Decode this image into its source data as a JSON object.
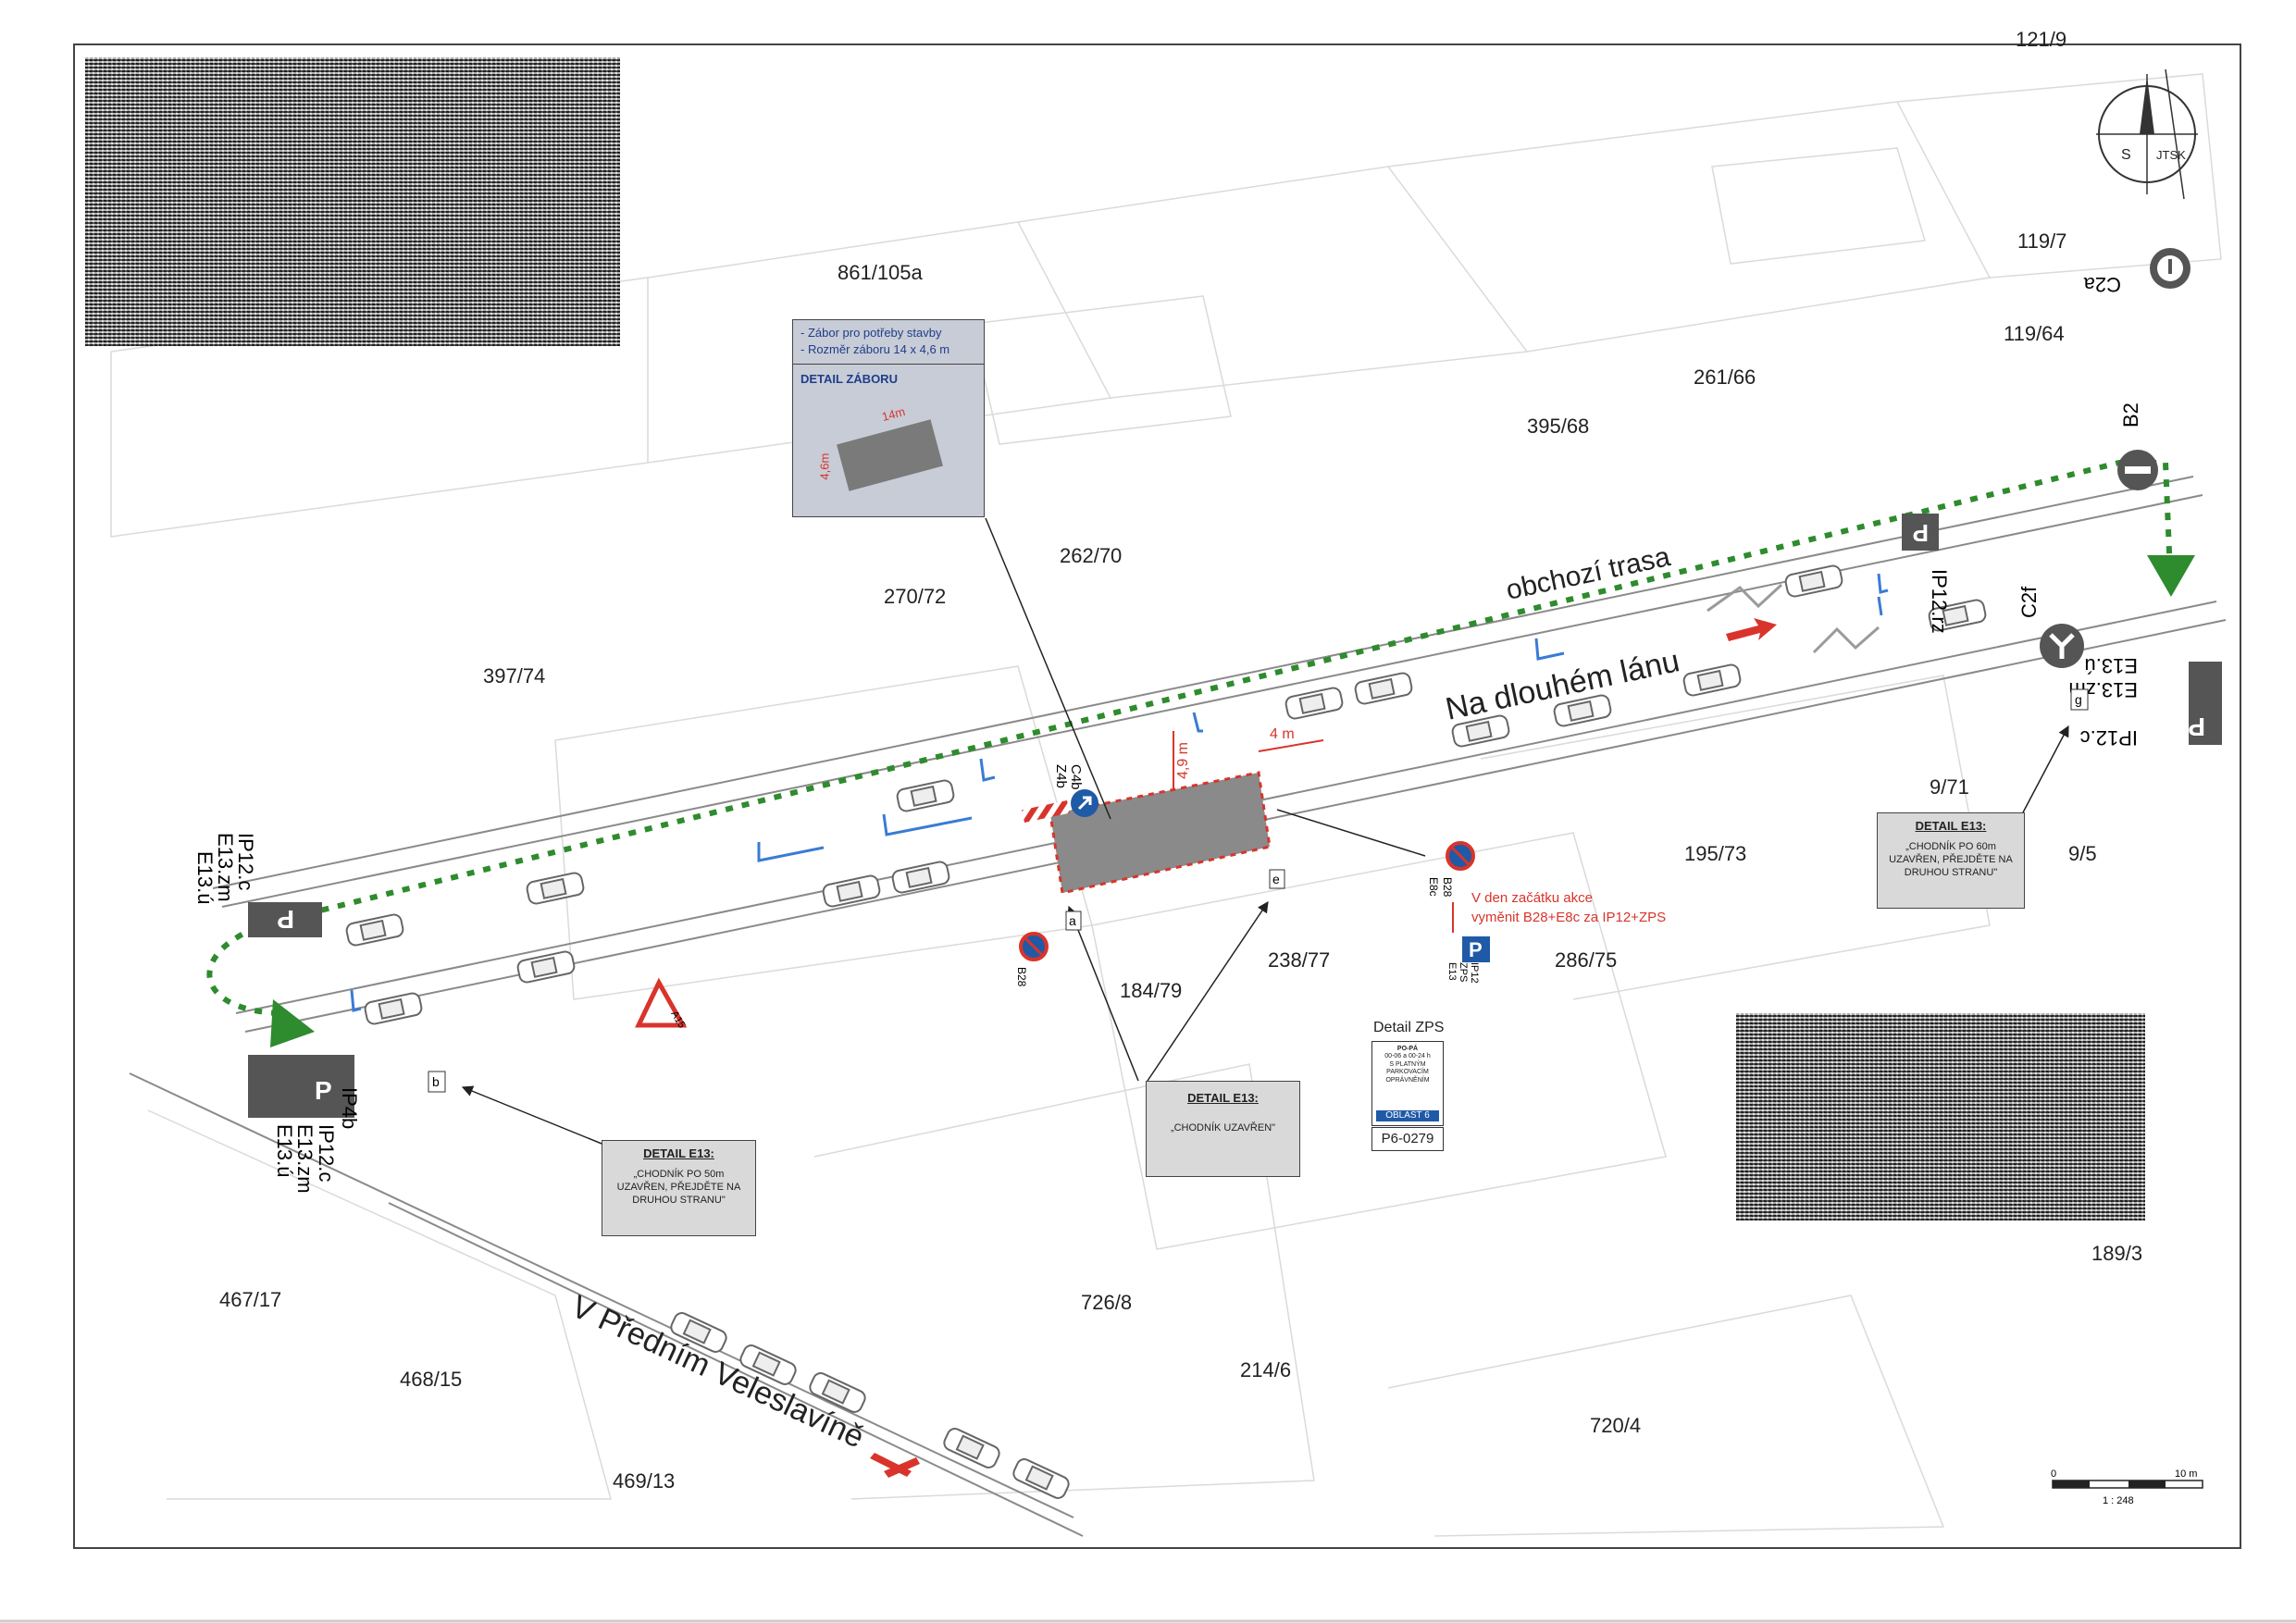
{
  "compass": {
    "s_label": "S",
    "system_label": "JTSK"
  },
  "parcels": [
    "121/9",
    "119/7",
    "119/64",
    "861/105a",
    "261/66",
    "395/68",
    "262/70",
    "270/72",
    "397/74",
    "195/73",
    "9/71",
    "9/5",
    "238/77",
    "184/79",
    "286/75",
    "189/3",
    "467/17",
    "468/15",
    "469/13",
    "726/8",
    "214/6",
    "720/4"
  ],
  "streets": {
    "main": "Na dlouhém lánu",
    "side": "V Předním Veleslavíně",
    "detour": "obchozí trasa"
  },
  "detail_zaboru": {
    "line1": "- Zábor pro potřeby stavby",
    "line2": "- Rozměr záboru 14 x 4,6 m",
    "title": "DETAIL ZÁBORU",
    "len": "14m",
    "wid": "4,6m"
  },
  "dimensions": {
    "width": "4,9 m",
    "length": "4 m"
  },
  "details_e13": [
    {
      "title": "DETAIL E13:",
      "text": "„CHODNÍK PO 60m UZAVŘEN, PŘEJDĚTE NA DRUHOU STRANU\""
    },
    {
      "title": "DETAIL E13:",
      "text": "„CHODNÍK UZAVŘEN\""
    },
    {
      "title": "DETAIL E13:",
      "text": "„CHODNÍK PO 50m UZAVŘEN, PŘEJDĚTE NA DRUHOU STRANU\""
    }
  ],
  "note": {
    "line1": "V den začátku akce",
    "line2": "vyměnit B28+E8c za IP12+ZPS"
  },
  "zps": {
    "title": "Detail ZPS",
    "line1": "PO-PÁ",
    "line2": "00-06 a 00-24 h",
    "line3": "S PLATNÝM",
    "line4": "PARKOVACÍM",
    "line5": "OPRÁVNĚNÍM",
    "zone": "OBLAST 6",
    "code": "P6-0279"
  },
  "sign_labels": {
    "c2a": "C2a",
    "b2": "B2",
    "c2f": "C2f",
    "ip12rz": "IP12.rz",
    "ip12c": "IP12.c",
    "e13zm": "E13.zm",
    "e13u": "E13.ú",
    "ip4b": "IP4b",
    "c4b": "C4b",
    "z4b": "Z4b",
    "b28": "B28",
    "e8c": "E8c",
    "a15": "A15",
    "a": "a",
    "b": "b",
    "e": "e",
    "g": "g",
    "ip12": "IP12",
    "zps": "ZPS",
    "e13": "E13",
    "p": "P"
  },
  "scale": {
    "zero": "0",
    "ten": "10 m",
    "ratio": "1 : 248"
  },
  "colors": {
    "detour": "#2e8b2e",
    "accent": "#d9342b",
    "sign_blue": "#1f5aa6",
    "closure": "#8a8a8a"
  }
}
